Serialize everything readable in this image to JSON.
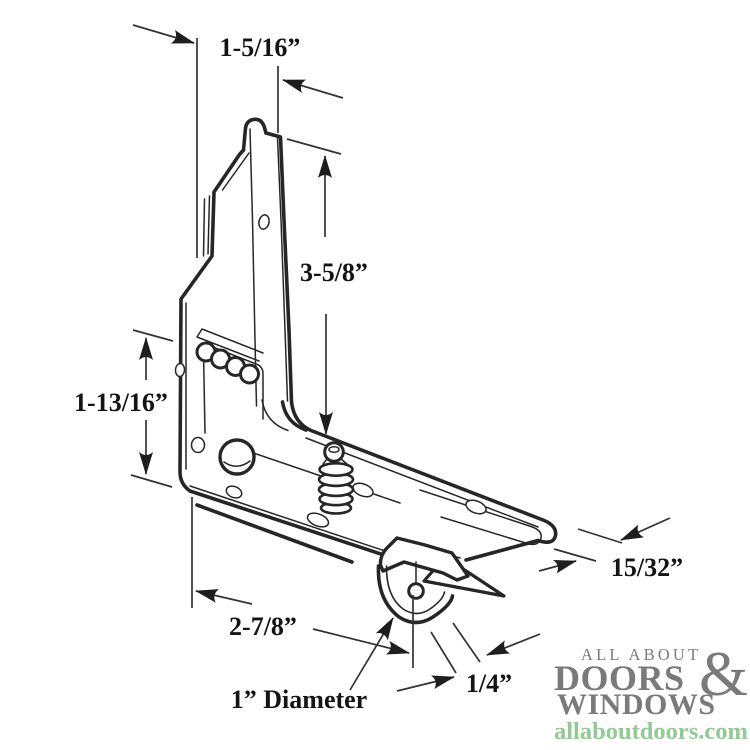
{
  "figure": {
    "type": "technical-drawing",
    "dimensions": {
      "top_width": "1-5/16”",
      "arm_height": "3-5/8”",
      "left_height": "1-13/16”",
      "tip_width": "15/32”",
      "base_length": "2-7/8”",
      "roller_diameter": "1” Diameter",
      "offset": "1/4”"
    }
  },
  "logo": {
    "tagline_top": "ALL ABOUT",
    "name_doors": "DOORS",
    "ampersand": "&",
    "name_windows": "WINDOWS",
    "website": "allaboutdoors.com"
  },
  "colors": {
    "ink": "#262626",
    "dimension_lines": "#333333",
    "arrowheads": "#1e1e1e",
    "logo_gray": "#7a7a7b",
    "logo_green": "#8fcb92",
    "background": "#ffffff"
  }
}
